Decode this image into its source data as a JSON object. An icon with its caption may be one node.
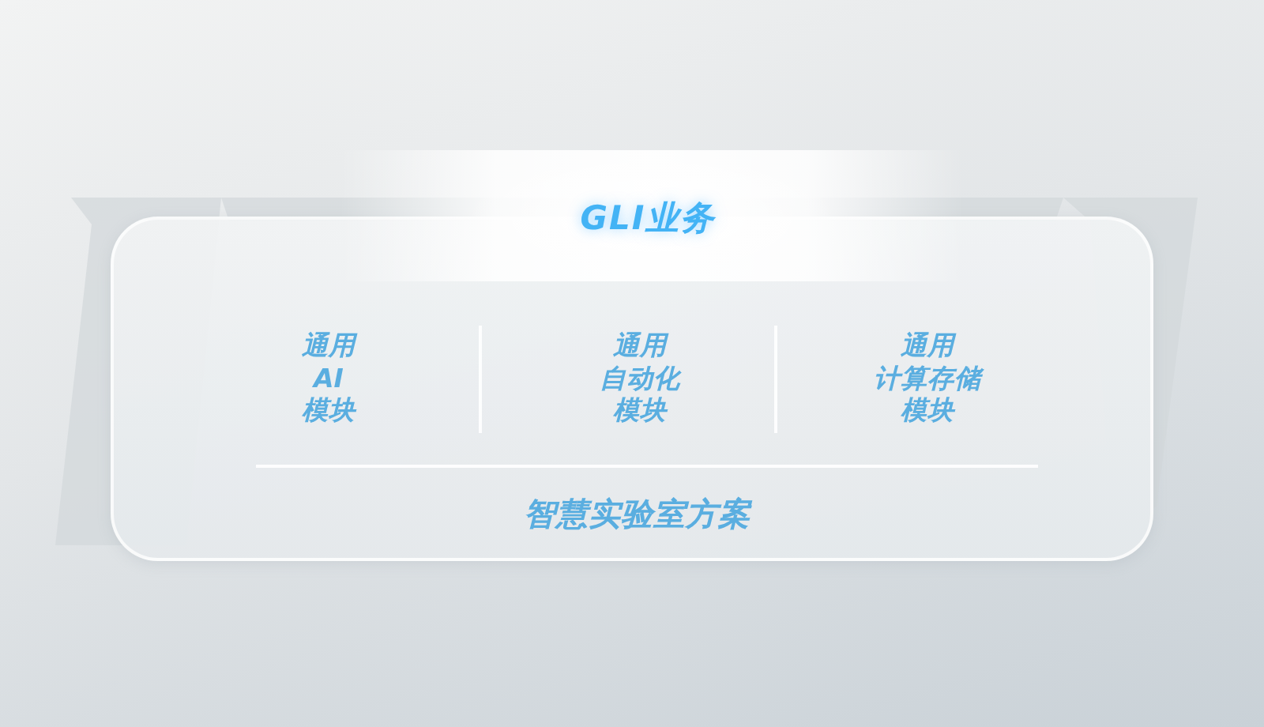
{
  "diagram": {
    "nodes": [
      {
        "text": [
          "GLI业务",
          "智慧实验室方案"
        ]
      }
    ],
    "labels": [
      "通用AI模块",
      "通用自动化模块",
      "通用计算存储模块"
    ]
  }
}
